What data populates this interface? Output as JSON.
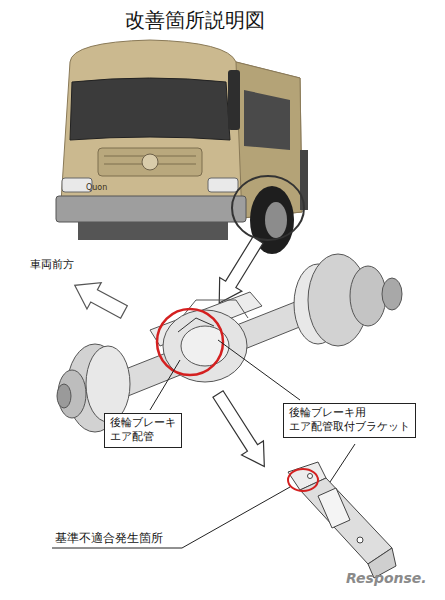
{
  "diagram": {
    "title": "改善箇所説明図",
    "nodes": [
      {
        "text": [
          "後輪ブレーキ エア配管"
        ]
      },
      {
        "text": [
          "後輪ブレーキ用 エア配管取付ブラケット"
        ]
      }
    ],
    "labels": [
      "Quon",
      "車両前方",
      "基準不適合発生箇所",
      "Response."
    ]
  }
}
